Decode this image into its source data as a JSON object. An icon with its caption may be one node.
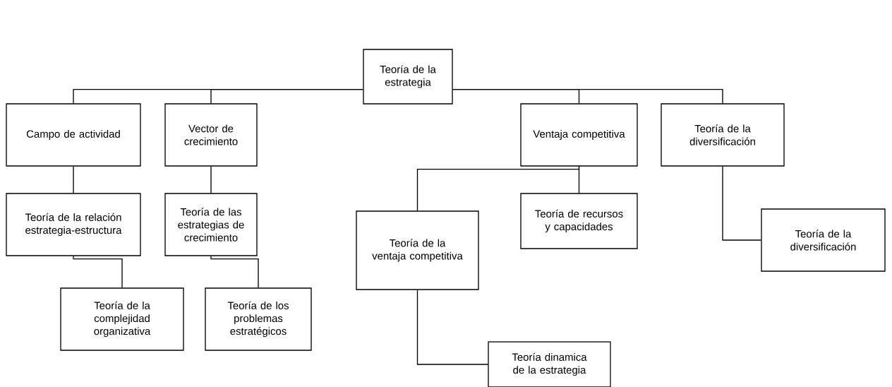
{
  "diagram": {
    "nodes": [
      {
        "text": [
          "Teoría de la estrategia"
        ]
      },
      {
        "text": [
          "Campo de actividad"
        ]
      },
      {
        "text": [
          "Vector de crecimiento"
        ]
      },
      {
        "text": [
          "Ventaja competitiva"
        ]
      },
      {
        "text": [
          "Teoría de la diversificación"
        ]
      },
      {
        "text": [
          "Teoría de la relación estrategia-estructura"
        ]
      },
      {
        "text": [
          "Teoría de las estrategias de crecimiento"
        ]
      },
      {
        "text": [
          "Teoría de la ventaja competitiva"
        ]
      },
      {
        "text": [
          "Teoría de recursos y capacidades"
        ]
      },
      {
        "text": [
          "Teoría de la diversificación"
        ]
      },
      {
        "text": [
          "Teoría de la complejidad organizativa"
        ]
      },
      {
        "text": [
          "Teoría de los problemas estratégicos"
        ]
      },
      {
        "text": [
          "Teoría dinamica de la estrategia"
        ]
      }
    ],
    "edges": [
      {
        "from": 0,
        "to": 1,
        "arrow": "none"
      },
      {
        "from": 0,
        "to": 2,
        "arrow": "none"
      },
      {
        "from": 0,
        "to": 3,
        "arrow": "none"
      },
      {
        "from": 0,
        "to": 4,
        "arrow": "none"
      },
      {
        "from": 1,
        "to": 5,
        "arrow": "none"
      },
      {
        "from": 2,
        "to": 6,
        "arrow": "none"
      },
      {
        "from": 3,
        "to": 7,
        "arrow": "none"
      },
      {
        "from": 3,
        "to": 8,
        "arrow": "none"
      },
      {
        "from": 4,
        "to": 9,
        "arrow": "none"
      },
      {
        "from": 5,
        "to": 10,
        "arrow": "none"
      },
      {
        "from": 6,
        "to": 11,
        "arrow": "none"
      },
      {
        "from": 7,
        "to": 12,
        "arrow": "none"
      }
    ]
  }
}
